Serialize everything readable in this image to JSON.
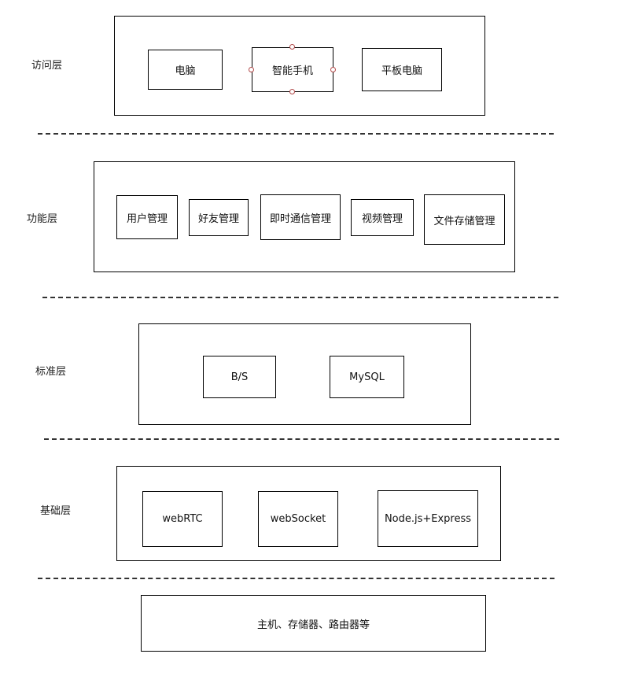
{
  "diagram": {
    "layers": [
      {
        "label": "访问层",
        "items": [
          "电脑",
          "智能手机",
          "平板电脑"
        ]
      },
      {
        "label": "功能层",
        "items": [
          "用户管理",
          "好友管理",
          "即时通信管理",
          "视频管理",
          "文件存储管理"
        ]
      },
      {
        "label": "标准层",
        "items": [
          "B/S",
          "MySQL"
        ]
      },
      {
        "label": "基础层",
        "items": [
          "webRTC",
          "webSocket",
          "Node.js+Express"
        ]
      }
    ],
    "bottom_box": "主机、存储器、路由器等"
  }
}
